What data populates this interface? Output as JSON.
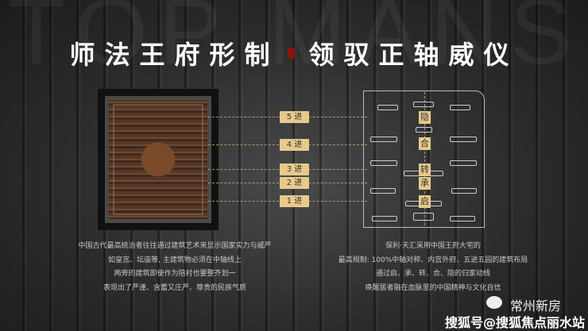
{
  "watermark": "TOP MANSION",
  "title": {
    "left": "师法王府形制",
    "right": "领驭正轴威仪"
  },
  "jin_labels": [
    "5 进",
    "4 进",
    "3 进",
    "2 进",
    "1 进"
  ],
  "axis_chars": [
    "隐",
    "合",
    "转",
    "承",
    "启"
  ],
  "left_text": [
    "中国古代最高统治者往往通过建筑艺术来显示国家实力与威严",
    "如皇宫、坛庙等, 主建筑物必须在中轴线上",
    "两旁的建筑即使作为陪衬也要整齐划一",
    "表现出了严谨、含蓄又庄严、尊贵的民族气质"
  ],
  "right_text": [
    "保利·天汇采用中国王府大宅的",
    "最高规制: 100%中轴对称、内宫外府、五进五园的建筑布局",
    "通过启、承、转、合、隐的归家动线",
    "唤醒居者融在血脉里的中国精神与文化自信"
  ],
  "brand": "常州新房",
  "credit": "搜狐号@搜狐焦点丽水站",
  "colors": {
    "accent": "#e8c98b",
    "seal": "#8a1410"
  }
}
